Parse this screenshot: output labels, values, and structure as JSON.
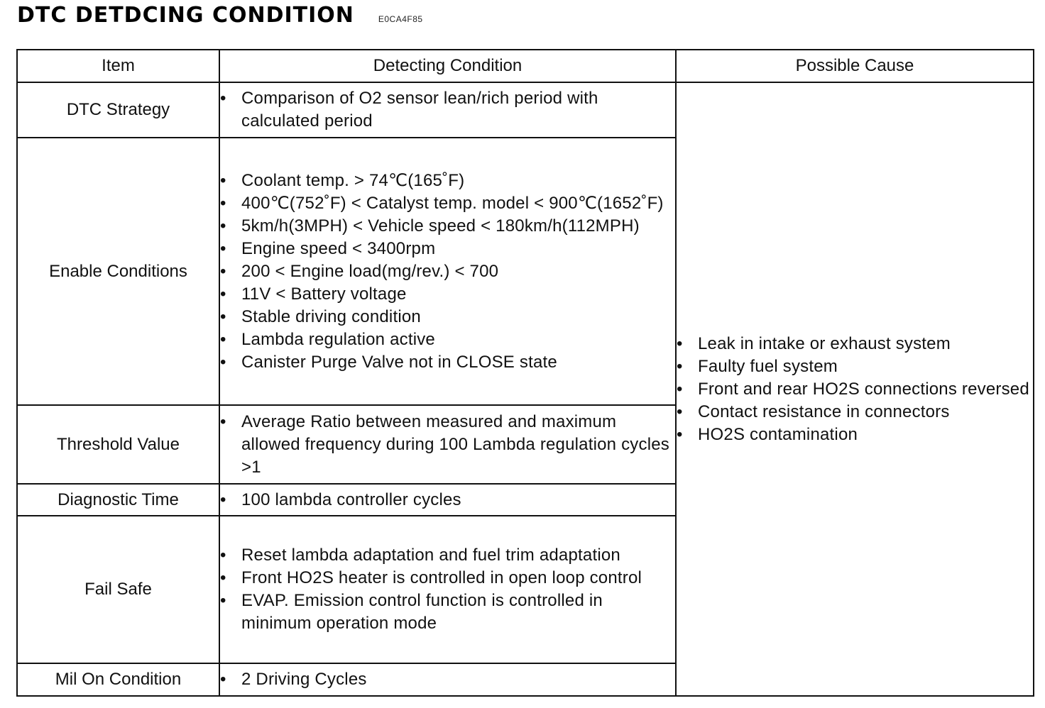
{
  "header": {
    "title": "DTC DETDCING CONDITION",
    "code": "E0CA4F85"
  },
  "table": {
    "columns": [
      "Item",
      "Detecting Condition",
      "Possible Cause"
    ],
    "rows": [
      {
        "item": "DTC Strategy",
        "conditions": [
          "Comparison of O2 sensor lean/rich period with calculated period"
        ]
      },
      {
        "item": "Enable Conditions",
        "conditions": [
          "Coolant temp. > 74℃(165˚F)",
          "400℃(752˚F) < Catalyst temp. model < 900℃(1652˚F)",
          "5km/h(3MPH) < Vehicle speed < 180km/h(112MPH)",
          "Engine speed < 3400rpm",
          "200 < Engine load(mg/rev.) < 700",
          "11V < Battery voltage",
          "Stable driving condition",
          "Lambda regulation active",
          "Canister Purge Valve not in CLOSE state"
        ]
      },
      {
        "item": "Threshold Value",
        "conditions": [
          "Average Ratio between measured and maximum allowed frequency during 100 Lambda regulation cycles >1"
        ]
      },
      {
        "item": "Diagnostic Time",
        "conditions": [
          "100 lambda controller cycles"
        ]
      },
      {
        "item": "Fail Safe",
        "conditions": [
          "Reset lambda adaptation and fuel trim adaptation",
          "Front HO2S heater is controlled in open loop control",
          "EVAP. Emission control function is controlled in minimum operation mode"
        ]
      },
      {
        "item": "Mil On Condition",
        "conditions": [
          "2 Driving Cycles"
        ]
      }
    ],
    "possible_causes": [
      "Leak in intake or exhaust system",
      "Faulty fuel system",
      "Front and rear HO2S connections reversed",
      "Contact resistance in connectors",
      "HO2S contamination"
    ]
  }
}
